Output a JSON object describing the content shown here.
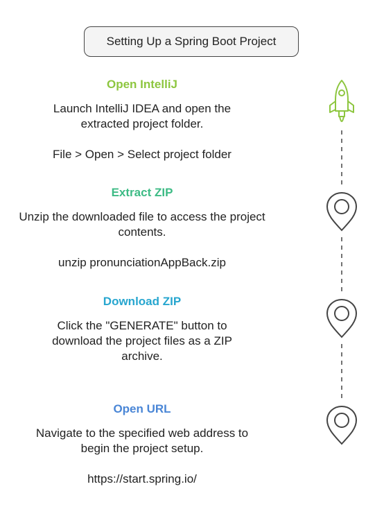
{
  "title": "Setting Up a Spring Boot Project",
  "colors": {
    "step1": "#8dc63f",
    "step2": "#3dbb85",
    "step3": "#27a6cf",
    "step4": "#4a86d6",
    "marker": "#444444"
  },
  "steps": [
    {
      "heading": "Open IntelliJ",
      "description": "Launch IntelliJ IDEA and open the extracted project folder.",
      "detail": "File > Open > Select project folder",
      "icon": "rocket-icon"
    },
    {
      "heading": "Extract ZIP",
      "description": "Unzip the downloaded file to access the project contents.",
      "detail": "unzip pronunciationAppBack.zip",
      "icon": "location-pin-icon"
    },
    {
      "heading": "Download ZIP",
      "description": "Click the \"GENERATE\" button to download the project files as a ZIP archive.",
      "detail": "",
      "icon": "location-pin-icon"
    },
    {
      "heading": "Open URL",
      "description": "Navigate to the specified web address to begin the project setup.",
      "detail": "https://start.spring.io/",
      "icon": "location-pin-icon"
    }
  ]
}
